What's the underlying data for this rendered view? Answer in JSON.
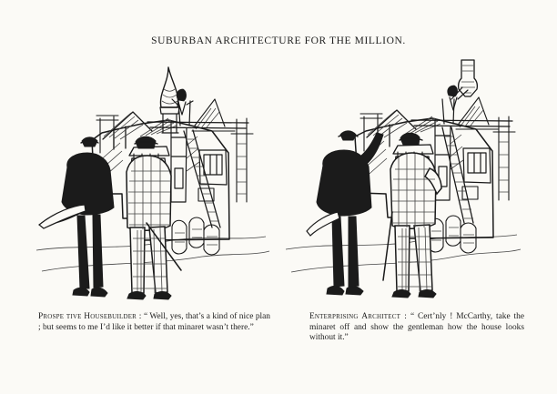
{
  "title": "Suburban Architecture for the Million.",
  "captions": {
    "left": {
      "speaker": "Prospe tive Housebuilder :",
      "text": " “ Well, yes, that’s a kind of nice plan ; but seems to me I’d like it better if that minaret wasn’t there.”"
    },
    "right": {
      "speaker": "Enterprising Architect :",
      "text": " “ Cert’nly ! McCarthy, take the minaret off and show the gentleman how the house looks without it.”"
    }
  }
}
